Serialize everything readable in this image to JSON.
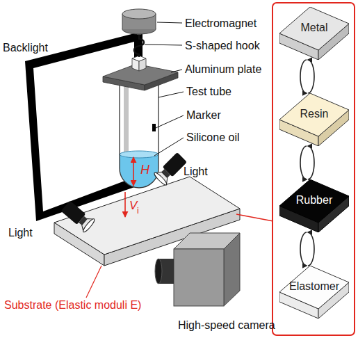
{
  "diagram": {
    "nodes": [
      {
        "text": [
          "Metal"
        ]
      },
      {
        "text": [
          "Resin"
        ]
      },
      {
        "text": [
          "Rubber"
        ]
      },
      {
        "text": [
          "Elastomer"
        ]
      }
    ],
    "edges": [
      {
        "from": 0,
        "to": 1,
        "arrow": "both"
      },
      {
        "from": 1,
        "to": 2,
        "arrow": "both"
      },
      {
        "from": 2,
        "to": 3,
        "arrow": "both"
      }
    ],
    "labels": [
      "Backlight",
      "Electromagnet",
      "S-shaped hook",
      "Aluminum plate",
      "Test tube",
      "Marker",
      "Silicone oil",
      "H",
      "Light",
      "V",
      "i",
      "Light",
      "Substrate (Elastic moduli E)",
      "High-speed camera"
    ]
  }
}
